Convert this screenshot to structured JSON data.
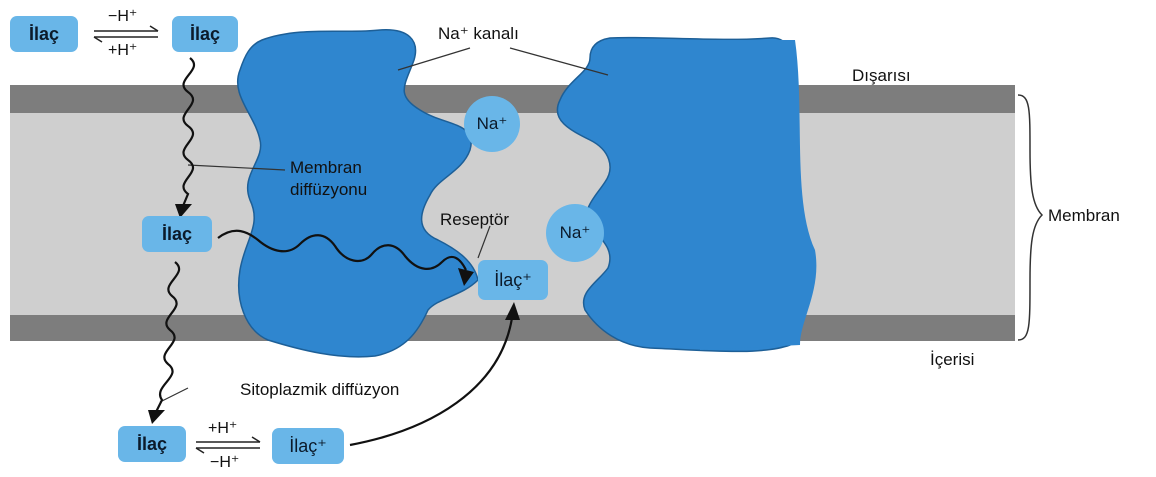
{
  "labels": {
    "na_channel": "Na⁺ kanalı",
    "outside": "Dışarısı",
    "inside": "İçerisi",
    "membrane": "Membran",
    "membrane_diffusion_l1": "Membran",
    "membrane_diffusion_l2": "diffüzyonu",
    "receptor": "Reseptör",
    "cytoplasmic_diffusion": "Sitoplazmik diffüzyon"
  },
  "drug": {
    "neutral": "İlaç",
    "charged": "İlaç⁺"
  },
  "ions": {
    "na": "Na⁺"
  },
  "equilibrium": {
    "top_forward": "−H⁺",
    "top_reverse": "+H⁺",
    "bottom_forward": "+H⁺",
    "bottom_reverse": "−H⁺"
  },
  "colors": {
    "protein": "#2f86cf",
    "box_fill": "#69b6e8",
    "membrane_core": "#cfcfcf",
    "membrane_surface": "#7d7d7d"
  }
}
